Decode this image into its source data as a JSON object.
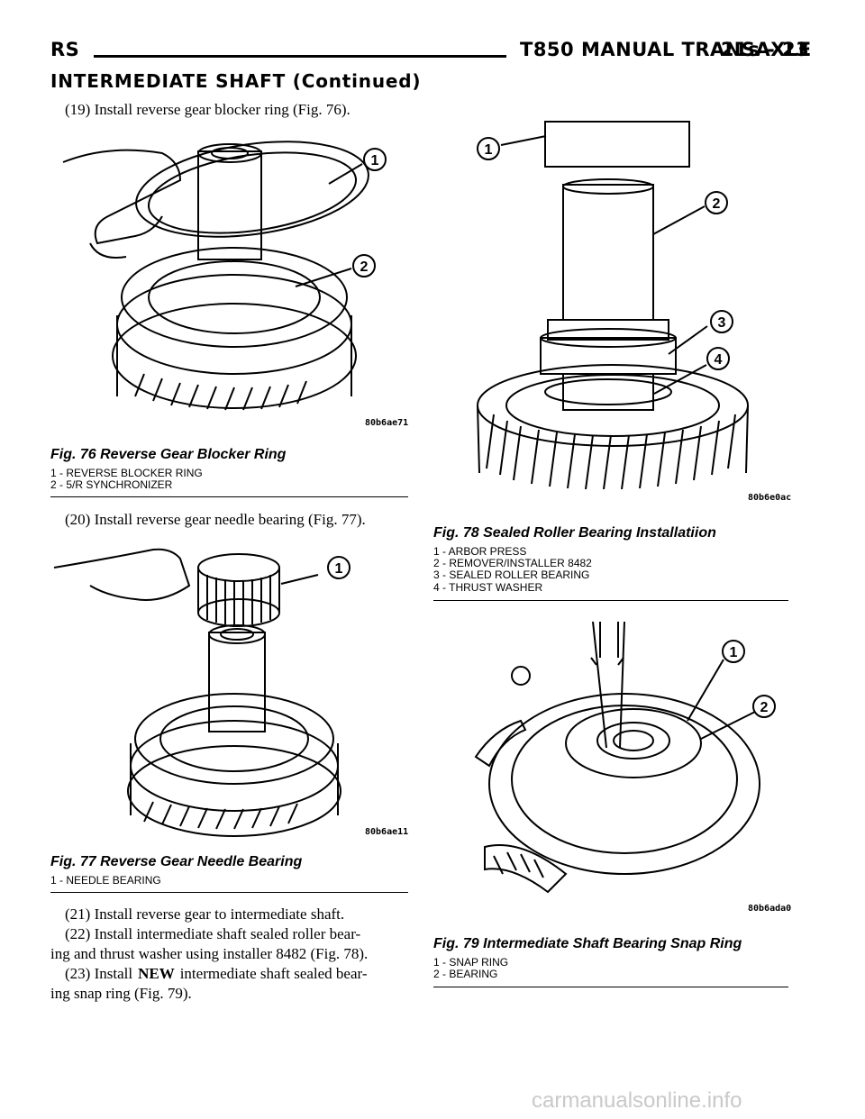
{
  "header": {
    "left": "RS",
    "right_title": "T850 MANUAL TRANSAXLE",
    "page_number": "21s - 23"
  },
  "section_title": "INTERMEDIATE SHAFT (Continued)",
  "steps": {
    "s19": "(19) Install reverse gear blocker ring (Fig. 76).",
    "s20": "(20) Install reverse gear needle bearing (Fig. 77).",
    "s21": "(21) Install reverse gear to intermediate shaft.",
    "s22_line1": "(22) Install intermediate shaft sealed roller bear-",
    "s22_line2": "ing and thrust washer using installer 8482 (Fig. 78).",
    "s23_prefix": "(23) Install",
    "s23_bold": "NEW",
    "s23_suffix": "intermediate shaft sealed bear-",
    "s23_line2": "ing snap ring (Fig. 79)."
  },
  "figures": {
    "fig76": {
      "code": "80b6ae71",
      "title": "Fig. 76 Reverse Gear Blocker Ring",
      "callouts": [
        "1",
        "2"
      ],
      "legend": [
        "1 - REVERSE BLOCKER RING",
        "2 - 5/R SYNCHRONIZER"
      ]
    },
    "fig77": {
      "code": "80b6ae11",
      "title": "Fig. 77 Reverse Gear Needle Bearing",
      "callouts": [
        "1"
      ],
      "legend": [
        "1 - NEEDLE BEARING"
      ]
    },
    "fig78": {
      "code": "80b6e0ac",
      "title": "Fig. 78 Sealed Roller Bearing Installatiion",
      "callouts": [
        "1",
        "2",
        "3",
        "4"
      ],
      "legend": [
        "1 - ARBOR PRESS",
        "2 - REMOVER/INSTALLER 8482",
        "3 - SEALED ROLLER BEARING",
        "4 - THRUST WASHER"
      ]
    },
    "fig79": {
      "code": "80b6ada0",
      "title": "Fig. 79 Intermediate Shaft Bearing Snap Ring",
      "callouts": [
        "1",
        "2"
      ],
      "legend": [
        "1 - SNAP RING",
        "2 - BEARING"
      ]
    }
  },
  "footer": {
    "watermark": "carmanualsonline.info"
  }
}
